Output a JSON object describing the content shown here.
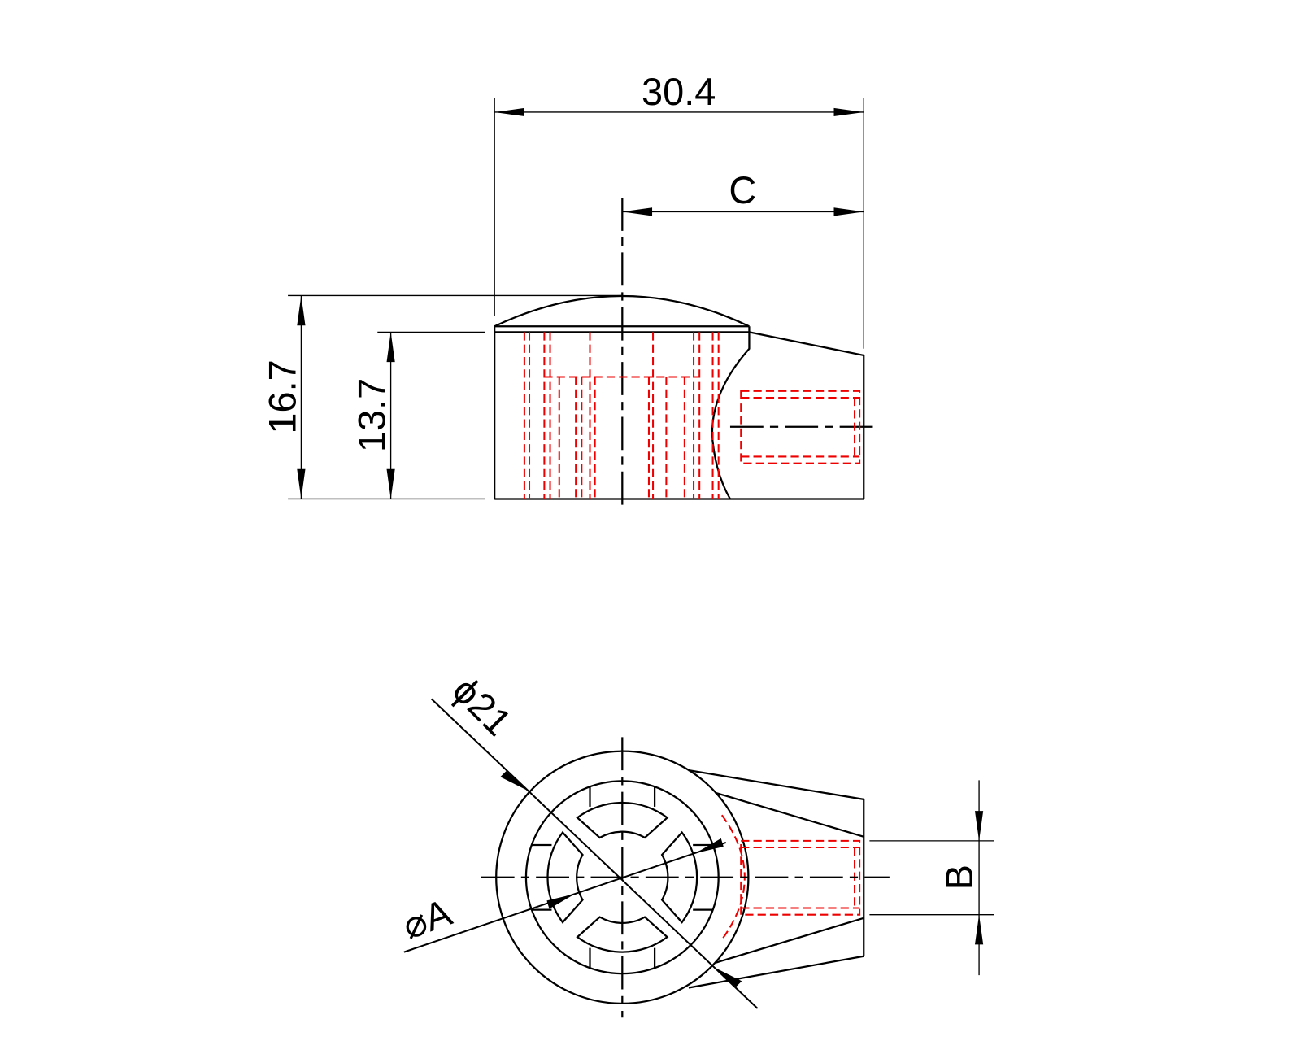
{
  "dimensions": {
    "overall_length": "30.4",
    "offset_c": "C",
    "overall_height": "16.7",
    "body_height": "13.7",
    "outer_diameter": "ϕ21",
    "inner_diameter": "⌀A",
    "thread_width": "B"
  },
  "colors": {
    "outline": "#000000",
    "hidden": "#e00000"
  }
}
